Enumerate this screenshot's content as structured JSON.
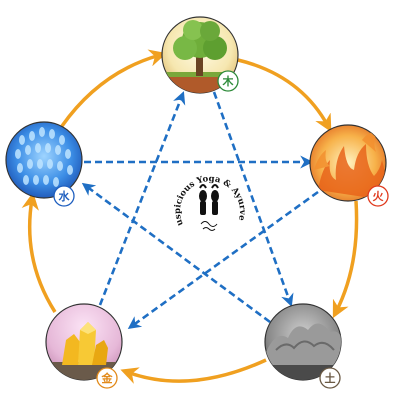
{
  "elements": [
    {
      "id": "wood",
      "char": "木",
      "color": "#2e8b3a"
    },
    {
      "id": "fire",
      "char": "火",
      "color": "#e03a1e"
    },
    {
      "id": "earth",
      "char": "土",
      "color": "#6b5a45"
    },
    {
      "id": "metal",
      "char": "金",
      "color": "#e28a1a"
    },
    {
      "id": "water",
      "char": "水",
      "color": "#1f5fbf"
    }
  ],
  "logo": {
    "text": "Auspicious Yoga & Ayurveda"
  },
  "colors": {
    "cycle_arrow": "#f0a020",
    "control_arrow": "#1f6fc4"
  }
}
